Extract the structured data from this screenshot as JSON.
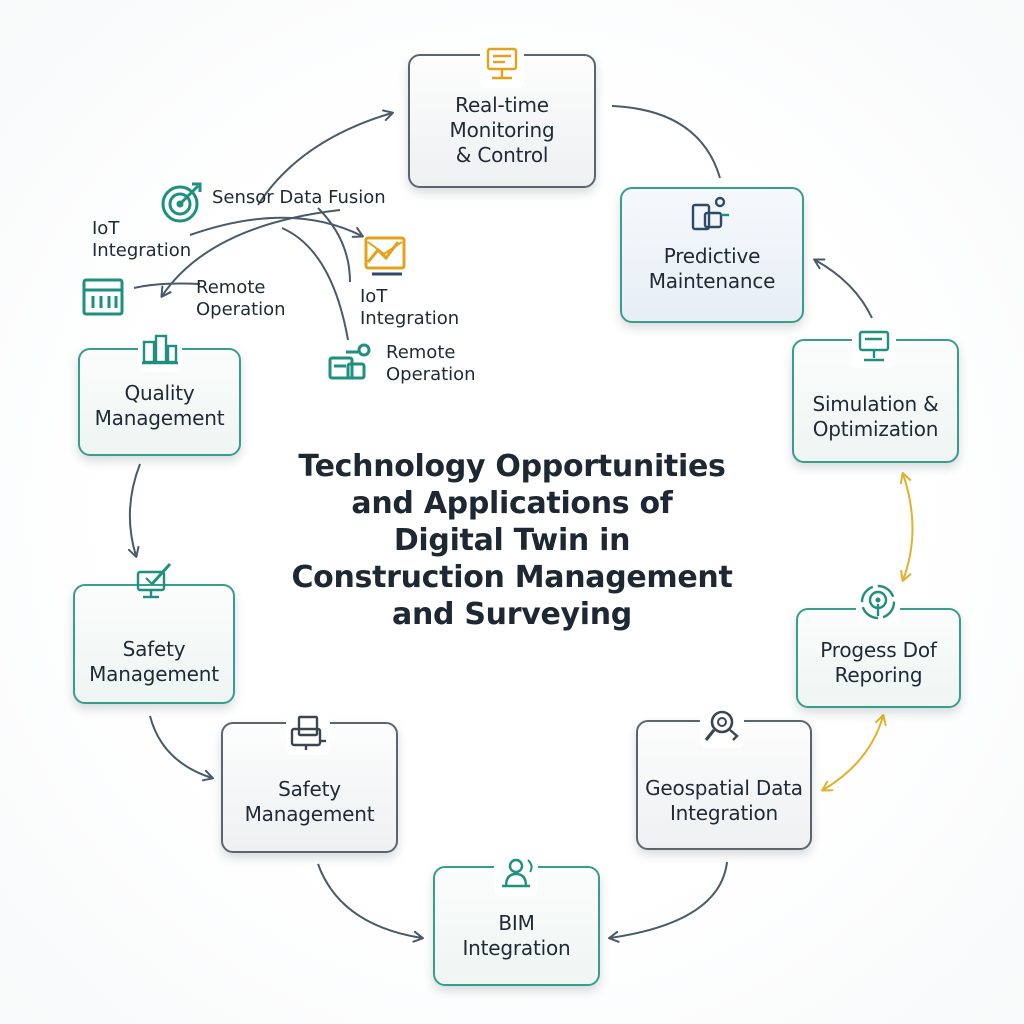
{
  "title": "Technology Opportunities\nand Applications of\nDigital Twin in\nConstruction Management\nand Surveying",
  "colors": {
    "teal": "#1f8f7f",
    "orange": "#e4a11b",
    "slate": "#4a5a68",
    "arrow_gold": "#e2b12a"
  },
  "nodes": {
    "realtime": {
      "label": "Real-time\nMonitoring\n& Control",
      "icon": "dashboard-monitor-icon"
    },
    "predictive": {
      "label": "Predictive\nMaintenance",
      "icon": "maintenance-tools-icon"
    },
    "simulation": {
      "label": "Simulation &\nOptimization",
      "icon": "workstation-icon"
    },
    "progress": {
      "label": "Progess Dof\nReporing",
      "icon": "signal-target-icon"
    },
    "geospatial": {
      "label": "Geospatial Data\nIntegration",
      "icon": "magnifier-icon"
    },
    "bim": {
      "label": "BIM\nIntegration",
      "icon": "worker-icon"
    },
    "safety_lower": {
      "label": "Safety\nManagement",
      "icon": "document-screen-icon"
    },
    "safety_left": {
      "label": "Safety\nManagement",
      "icon": "monitor-pen-icon"
    },
    "quality": {
      "label": "Quality\nManagement",
      "icon": "building-chart-icon"
    }
  },
  "floating": {
    "sensor_fusion": {
      "label": "Sensor Data Fusion",
      "icon": "target-icon"
    },
    "iot_left": {
      "label": "IoT\nIntegration"
    },
    "remote_left": {
      "label": "Remote\nOperation",
      "icon": "server-rack-icon"
    },
    "iot_right": {
      "label": "IoT\nIntegration",
      "icon": "chart-envelope-icon"
    },
    "remote_right": {
      "label": "Remote\nOperation",
      "icon": "network-devices-icon"
    }
  }
}
